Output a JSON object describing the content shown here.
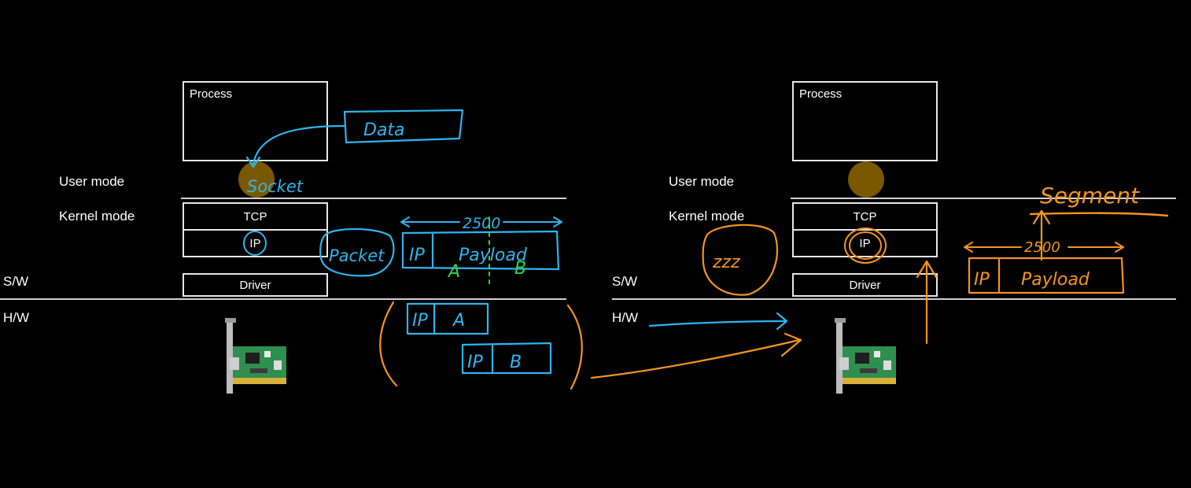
{
  "labels": {
    "user_mode": "User mode",
    "kernel_mode": "Kernel mode",
    "sw": "S/W",
    "hw": "H/W",
    "process": "Process",
    "tcp": "TCP",
    "ip": "IP",
    "driver": "Driver"
  },
  "annotations": {
    "data": "Data",
    "socket": "Socket",
    "packet": "Packet",
    "size": "2500",
    "ip": "IP",
    "payload": "Payload",
    "a": "A",
    "b": "B",
    "segment": "Segment",
    "zzz": "zzz"
  },
  "colors": {
    "background": "#000000",
    "box_border": "#e6e6e6",
    "divider": "#cfcfcf",
    "socket_dot": "#7a5800",
    "ink_blue": "#2fb4ee",
    "ink_orange": "#f49420",
    "ink_green": "#35d24a"
  },
  "icons": [
    "network-card-icon"
  ]
}
